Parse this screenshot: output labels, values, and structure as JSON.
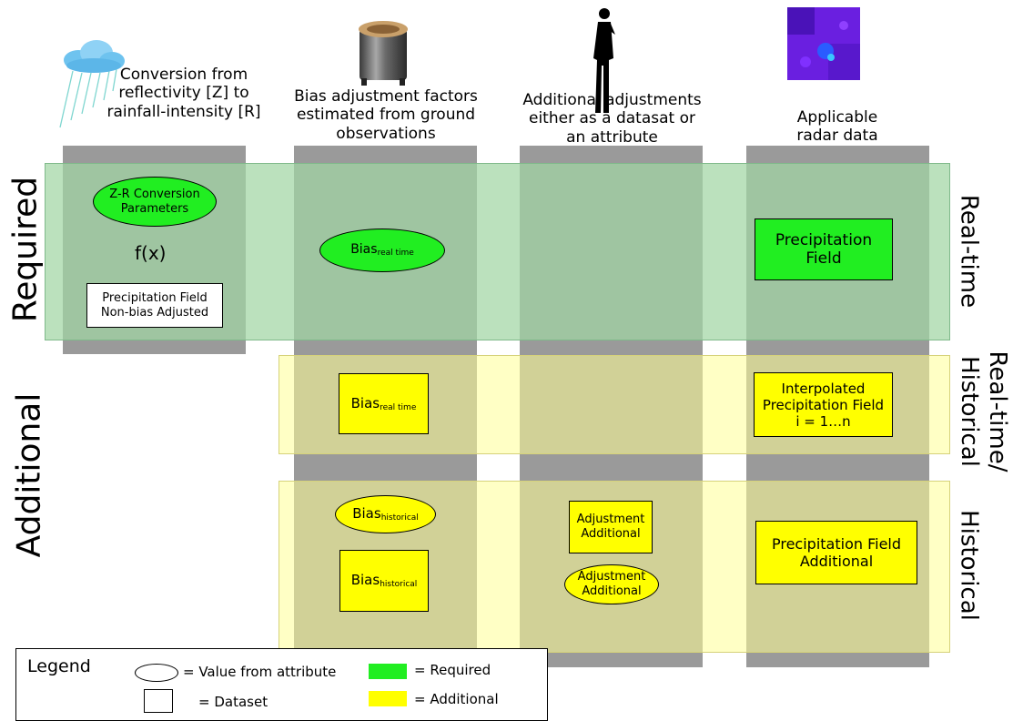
{
  "column_headers": {
    "zr": "Conversion from reflectivity [Z] to rainfall-intensity [R]",
    "bias": "Bias adjustment factors estimated from ground observations",
    "additional": "Additional adjustments either as a datasat or an attribute",
    "radar": "Applicable radar data"
  },
  "row_labels": {
    "required": "Required",
    "additional": "Additional",
    "realtime": "Real-time",
    "realtime_historical_line1": "Real-time/",
    "realtime_historical_line2": "Historical",
    "historical": "Historical"
  },
  "boxes": {
    "zr_params": "Z-R Conversion Parameters",
    "fx": "f(x)",
    "precip_nonbias_line1": "Precipitation Field",
    "precip_nonbias_line2": "Non-bias Adjusted",
    "bias_main": "Bias",
    "bias_rt_sub": "real time",
    "bias_hist_sub": "historical",
    "precip_field_line1": "Precipitation",
    "precip_field_line2": "Field",
    "interp_line1": "Interpolated",
    "interp_line2": "Precipitation Field",
    "interp_line3": "i = 1…n",
    "adj_line1": "Adjustment",
    "adj_line2": "Additional",
    "precip_add_line1": "Precipitation Field",
    "precip_add_line2": "Additional"
  },
  "legend": {
    "title": "Legend",
    "oval_label": "= Value from attribute",
    "rect_label": "= Dataset",
    "green_label": "= Required",
    "yellow_label": "= Additional"
  },
  "colors": {
    "required": "#21ee21",
    "additional": "#ffff00",
    "required_band": "#a1d6a4",
    "additional_band": "#ffff96",
    "column": "#8c8c8c"
  },
  "icons": {
    "zr": "rain-cloud-icon",
    "bias": "rain-gauge-icon",
    "additional": "person-silhouette-icon",
    "radar": "radar-image-icon"
  }
}
